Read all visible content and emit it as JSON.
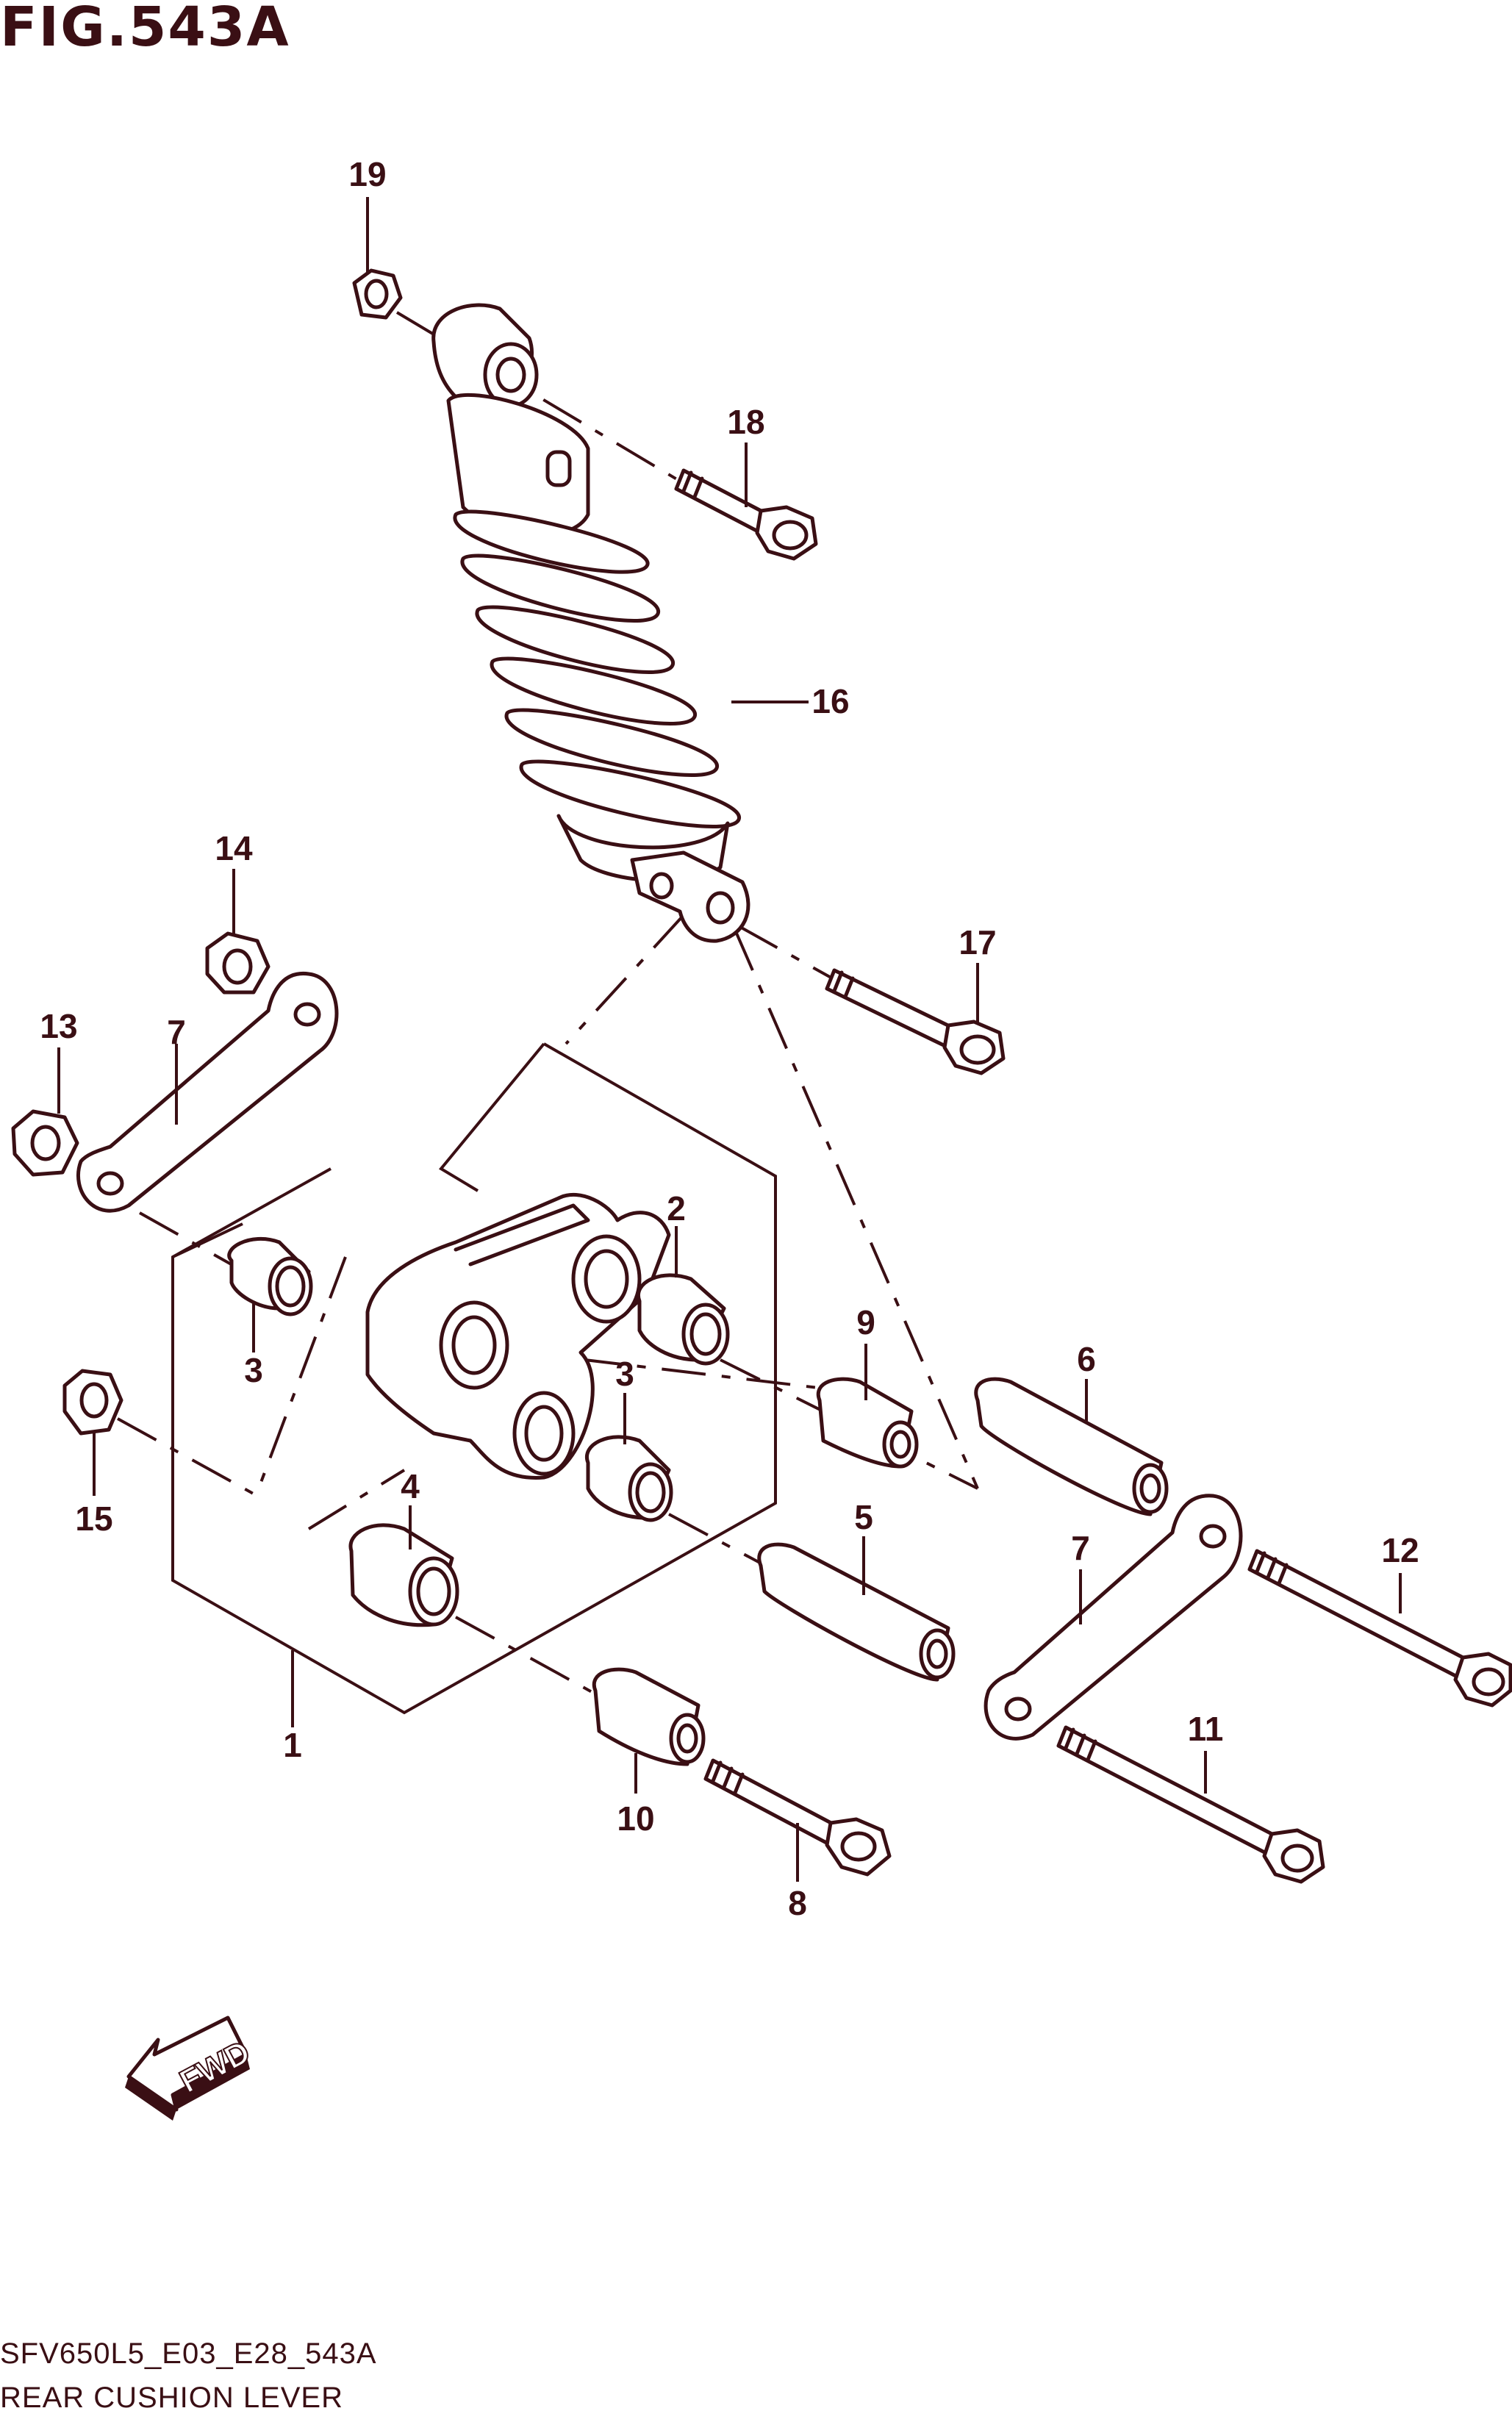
{
  "figure": {
    "title": "FIG.543A",
    "code": "SFV650L5_E03_E28_543A",
    "name": "REAR CUSHION LEVER"
  },
  "callouts": [
    "1",
    "2",
    "3",
    "3",
    "4",
    "5",
    "6",
    "7",
    "7",
    "8",
    "9",
    "10",
    "11",
    "12",
    "13",
    "14",
    "15",
    "16",
    "17",
    "18",
    "19"
  ],
  "fwd_label": "FWD",
  "colors": {
    "ink": "#3a0f14",
    "background": "#ffffff"
  }
}
